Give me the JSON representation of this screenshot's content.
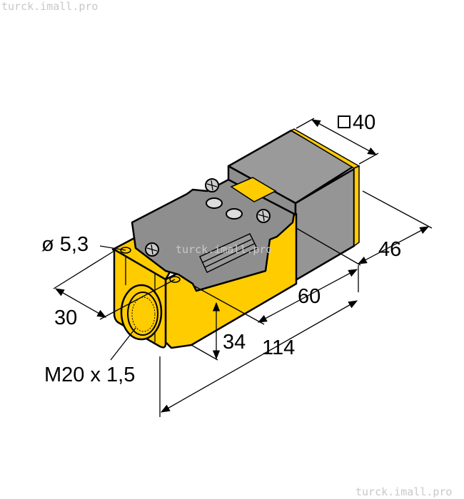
{
  "watermarks": {
    "top_left": "turck.imall.pro",
    "center": "turck.imall.pro",
    "bottom_right": "turck.imall.pro"
  },
  "dimensions": {
    "head_square": "40",
    "head_depth": "46",
    "hole_diameter": "ø 5,3",
    "width": "30",
    "body_length": "60",
    "height": "34",
    "total_length": "114",
    "thread": "M20 x 1,5"
  },
  "colors": {
    "housing_yellow": "#FFCC00",
    "cap_gray": "#8E8E8E",
    "head_gray": "#959595"
  }
}
